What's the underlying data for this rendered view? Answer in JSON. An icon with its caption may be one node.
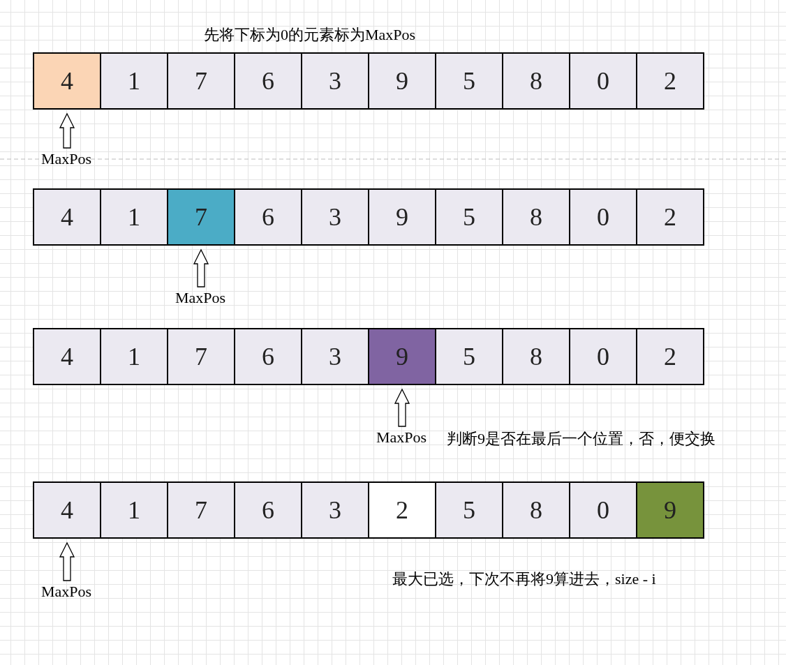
{
  "diagram": {
    "title": "先将下标为0的元素标为MaxPos",
    "nodes": [
      {
        "text": [
          "4"
        ]
      },
      {
        "text": [
          "1"
        ]
      },
      {
        "text": [
          "7"
        ]
      },
      {
        "text": [
          "6"
        ]
      },
      {
        "text": [
          "3"
        ]
      },
      {
        "text": [
          "9"
        ]
      },
      {
        "text": [
          "5"
        ]
      },
      {
        "text": [
          "8"
        ]
      },
      {
        "text": [
          "0"
        ]
      },
      {
        "text": [
          "2"
        ]
      },
      {
        "text": [
          "MaxPos"
        ]
      },
      {
        "text": [
          "4"
        ]
      },
      {
        "text": [
          "1"
        ]
      },
      {
        "text": [
          "7"
        ]
      },
      {
        "text": [
          "6"
        ]
      },
      {
        "text": [
          "3"
        ]
      },
      {
        "text": [
          "9"
        ]
      },
      {
        "text": [
          "5"
        ]
      },
      {
        "text": [
          "8"
        ]
      },
      {
        "text": [
          "0"
        ]
      },
      {
        "text": [
          "2"
        ]
      },
      {
        "text": [
          "MaxPos"
        ]
      },
      {
        "text": [
          "4"
        ]
      },
      {
        "text": [
          "1"
        ]
      },
      {
        "text": [
          "7"
        ]
      },
      {
        "text": [
          "6"
        ]
      },
      {
        "text": [
          "3"
        ]
      },
      {
        "text": [
          "9"
        ]
      },
      {
        "text": [
          "5"
        ]
      },
      {
        "text": [
          "8"
        ]
      },
      {
        "text": [
          "0"
        ]
      },
      {
        "text": [
          "2"
        ]
      },
      {
        "text": [
          "MaxPos"
        ]
      },
      {
        "text": [
          "4"
        ]
      },
      {
        "text": [
          "1"
        ]
      },
      {
        "text": [
          "7"
        ]
      },
      {
        "text": [
          "6"
        ]
      },
      {
        "text": [
          "3"
        ]
      },
      {
        "text": [
          "2"
        ]
      },
      {
        "text": [
          "5"
        ]
      },
      {
        "text": [
          "8"
        ]
      },
      {
        "text": [
          "0"
        ]
      },
      {
        "text": [
          "9"
        ]
      },
      {
        "text": [
          "MaxPos"
        ]
      }
    ],
    "edges": [
      {
        "from": 10,
        "to": 0,
        "arrow": "to"
      },
      {
        "from": 21,
        "to": 13,
        "arrow": "to"
      },
      {
        "from": 32,
        "to": 27,
        "arrow": "to"
      },
      {
        "from": 43,
        "to": 33,
        "arrow": "to"
      }
    ],
    "labels": [
      "判断9是否在最后一个位置，否，便交换",
      "最大已选，下次不再将9算进去，size - i"
    ]
  }
}
